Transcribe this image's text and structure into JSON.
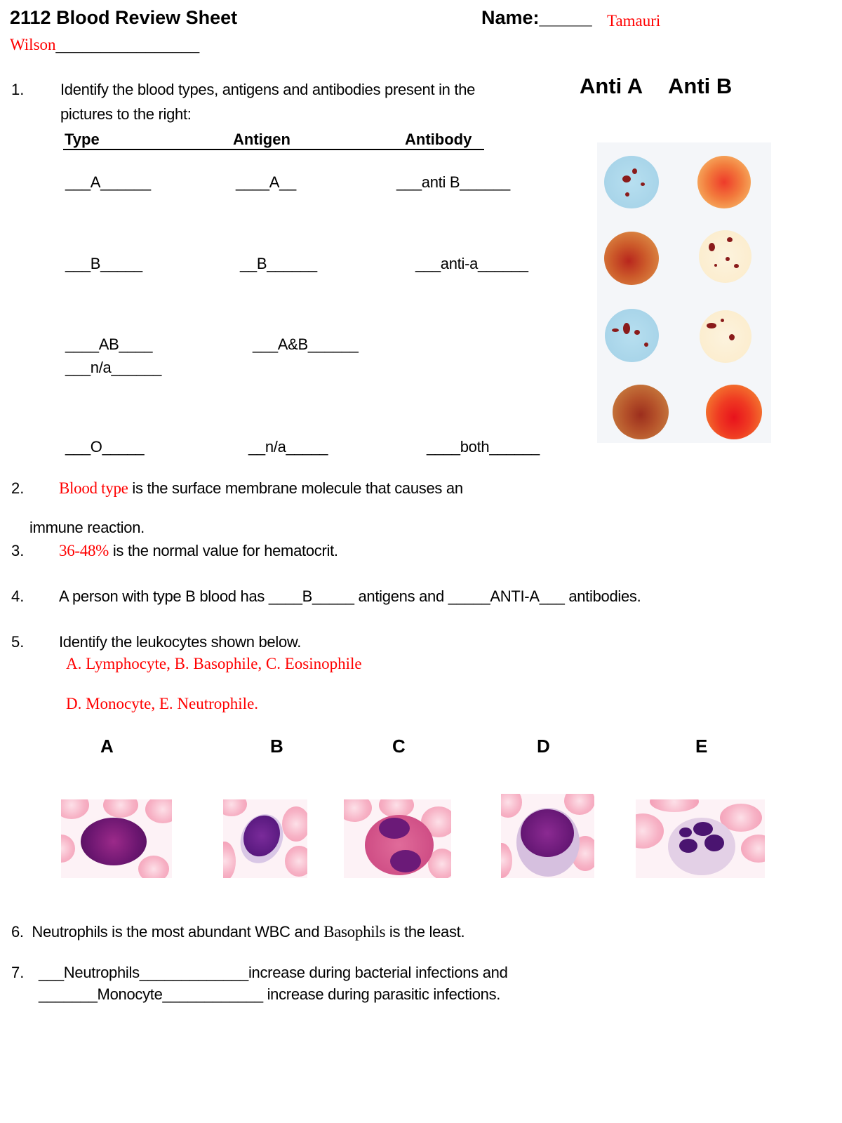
{
  "header": {
    "title": "2112 Blood Review Sheet",
    "name_label": "Name:_____",
    "first_name": "Tamauri",
    "last_name": "Wilson",
    "last_name_blank": "________________"
  },
  "q1": {
    "number": "1.",
    "prompt_line1": "Identify the blood types, antigens and antibodies present in the",
    "prompt_line2": "pictures to the right:",
    "antisera_labels": [
      "Anti A",
      "Anti B"
    ],
    "columns": [
      "Type",
      "Antigen",
      "Antibody"
    ],
    "rows": [
      {
        "type": "___A______",
        "antigen": "____A__",
        "antibody": "___anti B______"
      },
      {
        "type": "___B_____",
        "antigen": "__B______",
        "antibody": "___anti-a______"
      },
      {
        "type": "____AB____",
        "antigen": "___A&B______",
        "antibody": "___n/a______"
      },
      {
        "type": "___O_____",
        "antigen": "__n/a_____",
        "antibody": "____both______"
      }
    ],
    "image": {
      "description": "blood typing slide",
      "wells": [
        [
          "agglutinated-blue",
          "smooth-orange"
        ],
        [
          "smooth-brown",
          "agglutinated-cream"
        ],
        [
          "agglutinated-blue",
          "agglutinated-cream"
        ],
        [
          "smooth-brown",
          "smooth-red"
        ]
      ]
    }
  },
  "q2": {
    "number": "2.",
    "answer": "Blood type",
    "text": " is the surface membrane molecule that causes an",
    "continuation": "immune reaction."
  },
  "q3": {
    "number": "3.",
    "answer": "36-48%",
    "text": " is the normal value for hematocrit."
  },
  "q4": {
    "number": "4.",
    "text": "A person with type B blood has ____B_____ antigens and _____ANTI-A___ antibodies."
  },
  "q5": {
    "number": "5.",
    "prompt": "Identify the leukocytes shown below.",
    "answer_line1": "A. Lymphocyte, B. Basophile, C. Eosinophile",
    "answer_line2": "D. Monocyte, E. Neutrophile.",
    "cells": [
      {
        "letter": "A",
        "kind": "lymphocyte-image"
      },
      {
        "letter": "B",
        "kind": "basophil-image"
      },
      {
        "letter": "C",
        "kind": "eosinophil-image"
      },
      {
        "letter": "D",
        "kind": "monocyte-image"
      },
      {
        "letter": "E",
        "kind": "neutrophil-image"
      }
    ]
  },
  "q6": {
    "number": "6.",
    "part1": "Neutrophils is the most abundant WBC and ",
    "answer": "Basophils",
    "part2": " is the least."
  },
  "q7": {
    "number": "7.",
    "line1": "___Neutrophils_____________increase during bacterial infections and",
    "line2": "_______Monocyte____________ increase during parasitic infections."
  }
}
